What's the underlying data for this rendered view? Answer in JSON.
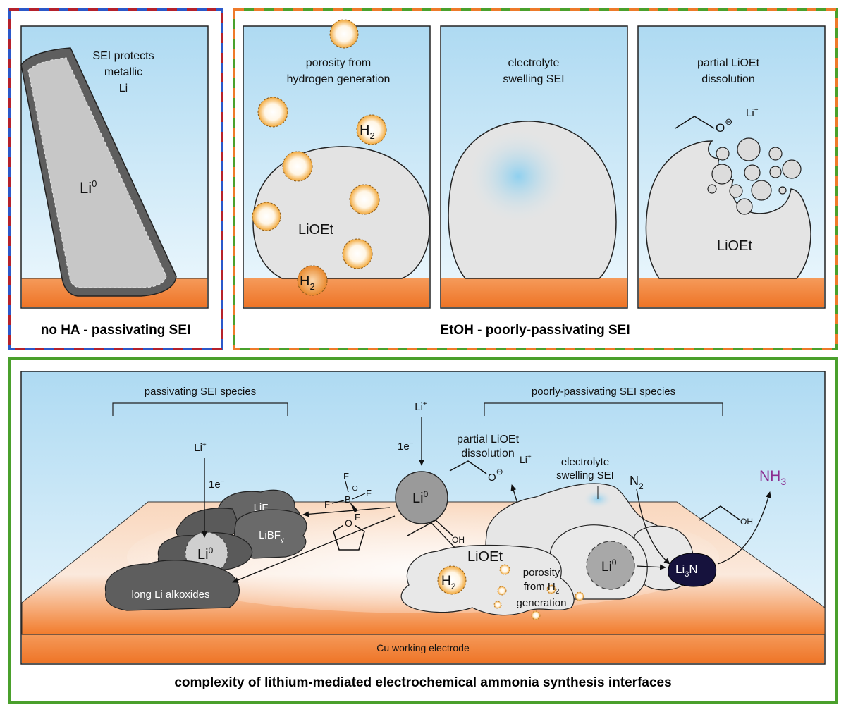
{
  "panel_a": {
    "caption": "no HA - passivating SEI",
    "note_line1": "SEI protects",
    "note_line2": "metallic",
    "note_line3": "Li",
    "li_label": "Li",
    "li_sup": "0"
  },
  "panel_b": {
    "caption": "EtOH - poorly-passivating SEI",
    "porosity": {
      "line1": "porosity from",
      "line2": "hydrogen generation",
      "liOEt": "LiOEt",
      "h2": "H",
      "h2_sub": "2"
    },
    "swelling": {
      "line1": "electrolyte",
      "line2": "swelling SEI"
    },
    "dissolution": {
      "line1": "partial LiOEt",
      "line2": "dissolution",
      "liOEt": "LiOEt",
      "li_plus": "Li",
      "plus": "+",
      "o": "O",
      "minus": "⊖"
    }
  },
  "panel_c": {
    "caption": "complexity of lithium-mediated electrochemical ammonia synthesis interfaces",
    "electrode": "Cu working electrode",
    "passivating_header": "passivating SEI species",
    "poorly_header": "poorly-passivating SEI species",
    "li_plus": "Li",
    "plus": "+",
    "one_e": "1e",
    "minus_sign": "−",
    "lif": "LiF",
    "libf": "LiBF",
    "libf_sub": "y",
    "li0": "Li",
    "sup0": "0",
    "long_alkoxides": "long Li alkoxides",
    "bf4_b": "B",
    "bf4_f": "F",
    "bf4_minus": "⊖",
    "thf_o": "O",
    "partial_line1": "partial LiOEt",
    "partial_line2": "dissolution",
    "o_minus": "O",
    "oh": "OH",
    "liOEt": "LiOEt",
    "h2": "H",
    "h2_sub": "2",
    "porosity_line1": "porosity",
    "porosity_line2": "from H",
    "porosity_sub": "2",
    "porosity_line3": "generation",
    "swelling_line1": "electrolyte",
    "swelling_line2": "swelling SEI",
    "n2": "N",
    "n2_sub": "2",
    "li3n": "Li",
    "li3n_sub": "3",
    "li3n_n": "N",
    "nh3": "NH",
    "nh3_sub": "3"
  },
  "colors": {
    "frame_red": "#b5212b",
    "frame_blue": "#2b58c9",
    "frame_orange": "#ee7a2a",
    "frame_green": "#4aa02c",
    "sky_top": "#aedaf2",
    "sky_bottom": "#eef8fd",
    "copper": "#f07a2e",
    "sei_gray": "#e4e4e4",
    "dark_gray": "#5c5c5c",
    "li3n_navy": "#16123d",
    "nh3_purple": "#8b2d8f"
  }
}
